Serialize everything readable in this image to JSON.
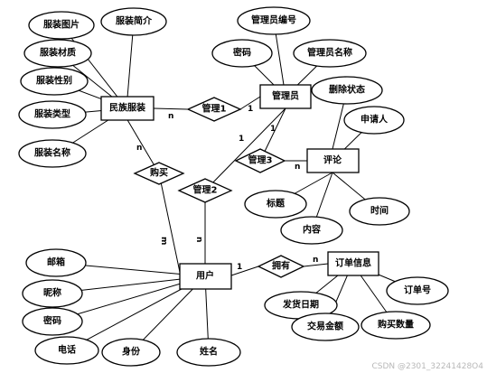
{
  "entities": {
    "minzu_fuzhuang": "民族服装",
    "guanliyuan": "管理员",
    "pinglun": "评论",
    "yonghu": "用户",
    "dingdan_xinxi": "订单信息"
  },
  "relationships": {
    "guanli1": "管理1",
    "guanli2": "管理2",
    "guanli3": "管理3",
    "goumai": "购买",
    "yongyou": "拥有"
  },
  "attributes": {
    "fuzhuang_tupian": "服装图片",
    "fuzhuang_jianjie": "服装简介",
    "fuzhuang_caizhi": "服装材质",
    "fuzhuang_xingbie": "服装性别",
    "fuzhuang_leixing": "服装类型",
    "fuzhuang_mingcheng": "服装名称",
    "guanliyuan_bianhao": "管理员编号",
    "guanli_mima": "密码",
    "guanliyuan_mingcheng": "管理员名称",
    "shanchu_zhuangtai": "删除状态",
    "shenqingren": "申请人",
    "biaoti": "标题",
    "neirong": "内容",
    "shijian": "时间",
    "youxiang": "邮箱",
    "nicheng": "昵称",
    "yonghu_mima": "密码",
    "dianhua": "电话",
    "shenfen": "身份",
    "xingming": "姓名",
    "fahuo_riqi": "发货日期",
    "jiaoyi_jine": "交易金额",
    "goumai_shuliang": "购买数量",
    "dingdanhao": "订单号"
  },
  "cardinality": {
    "guanli1_fuzhuang": "n",
    "guanli1_guanliyuan": "1",
    "goumai_fuzhuang": "n",
    "goumai_yonghu": "m",
    "guanli2_guanliyuan": "1",
    "guanli2_yonghu": "n",
    "guanli3_guanliyuan": "1",
    "guanli3_pinglun": "n",
    "yongyou_yonghu": "1",
    "yongyou_dingdan": "n"
  },
  "watermark": "CSDN @2301_32241428O4"
}
